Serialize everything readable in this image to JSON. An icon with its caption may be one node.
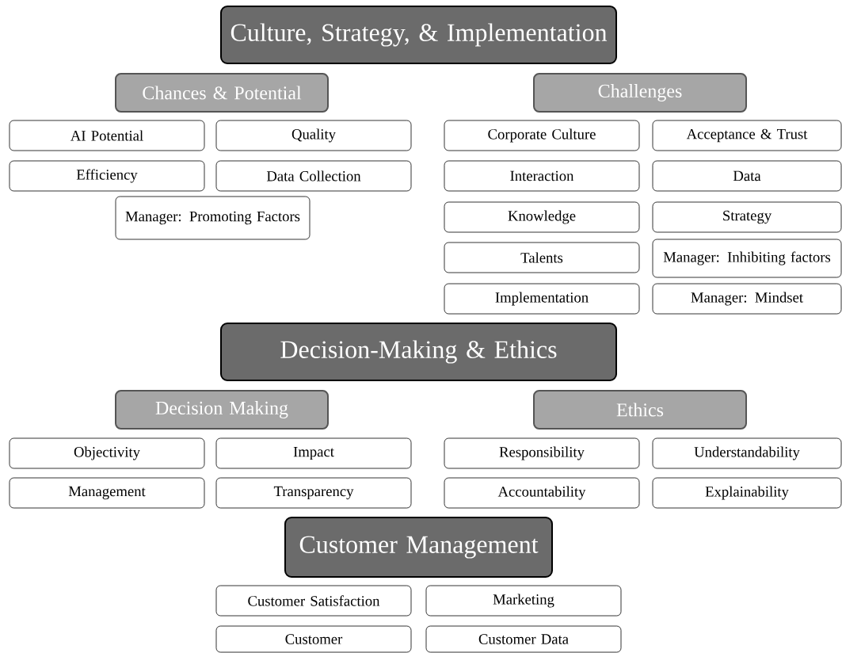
{
  "diagram": {
    "nodes": [
      {
        "text": [
          "Culture, Strategy, & Implementation"
        ]
      },
      {
        "text": [
          "Chances & Potential"
        ]
      },
      {
        "text": [
          "Challenges"
        ]
      },
      {
        "text": [
          "AI Potential"
        ]
      },
      {
        "text": [
          "Quality"
        ]
      },
      {
        "text": [
          "Corporate Culture"
        ]
      },
      {
        "text": [
          "Acceptance & Trust"
        ]
      },
      {
        "text": [
          "Efficiency"
        ]
      },
      {
        "text": [
          "Data Collection"
        ]
      },
      {
        "text": [
          "Interaction"
        ]
      },
      {
        "text": [
          "Data"
        ]
      },
      {
        "text": [
          "Manager: Promoting Factors"
        ]
      },
      {
        "text": [
          "Knowledge"
        ]
      },
      {
        "text": [
          "Strategy"
        ]
      },
      {
        "text": [
          "Talents"
        ]
      },
      {
        "text": [
          "Manager: Inhibiting factors"
        ]
      },
      {
        "text": [
          "Implementation"
        ]
      },
      {
        "text": [
          "Manager: Mindset"
        ]
      },
      {
        "text": [
          "Decision-Making & Ethics"
        ]
      },
      {
        "text": [
          "Decision Making"
        ]
      },
      {
        "text": [
          "Ethics"
        ]
      },
      {
        "text": [
          "Objectivity"
        ]
      },
      {
        "text": [
          "Impact"
        ]
      },
      {
        "text": [
          "Responsibility"
        ]
      },
      {
        "text": [
          "Understandability"
        ]
      },
      {
        "text": [
          "Management"
        ]
      },
      {
        "text": [
          "Transparency"
        ]
      },
      {
        "text": [
          "Accountability"
        ]
      },
      {
        "text": [
          "Explainability"
        ]
      },
      {
        "text": [
          "Customer Management"
        ]
      },
      {
        "text": [
          "Customer Satisfaction"
        ]
      },
      {
        "text": [
          "Marketing"
        ]
      },
      {
        "text": [
          "Customer"
        ]
      },
      {
        "text": [
          "Customer Data"
        ]
      }
    ]
  }
}
